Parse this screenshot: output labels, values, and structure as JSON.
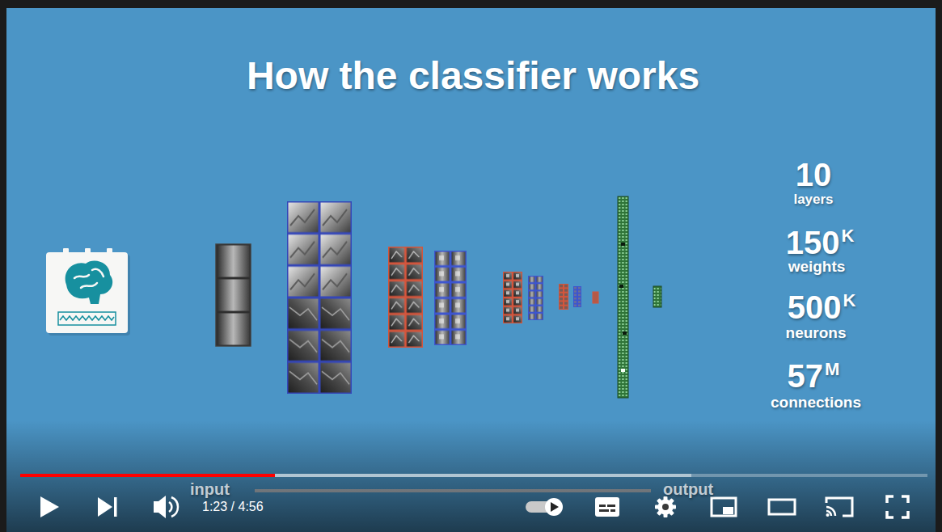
{
  "diagram": {
    "title": "How the classifier works",
    "labels": [
      "10",
      "layers",
      "150",
      "K",
      "weights",
      "500",
      "K",
      "neurons",
      "57",
      "M",
      "connections",
      "input",
      "output",
      "1:23 / 4:56"
    ]
  }
}
